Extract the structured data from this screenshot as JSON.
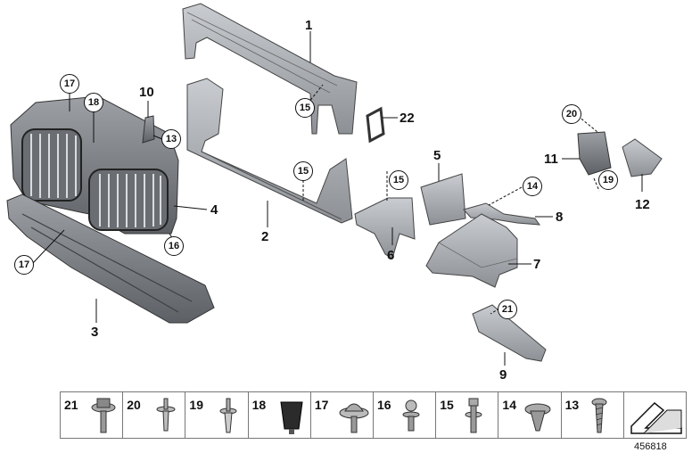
{
  "parts": [
    {
      "id": "1",
      "label": "1"
    },
    {
      "id": "2",
      "label": "2"
    },
    {
      "id": "3",
      "label": "3"
    },
    {
      "id": "4",
      "label": "4"
    },
    {
      "id": "5",
      "label": "5"
    },
    {
      "id": "6",
      "label": "6"
    },
    {
      "id": "7",
      "label": "7"
    },
    {
      "id": "8",
      "label": "8"
    },
    {
      "id": "9",
      "label": "9"
    },
    {
      "id": "10",
      "label": "10"
    },
    {
      "id": "11",
      "label": "11"
    },
    {
      "id": "12",
      "label": "12"
    },
    {
      "id": "22",
      "label": "22"
    }
  ],
  "callouts": [
    {
      "label": "17"
    },
    {
      "label": "18"
    },
    {
      "label": "13"
    },
    {
      "label": "15"
    },
    {
      "label": "15"
    },
    {
      "label": "15"
    },
    {
      "label": "14"
    },
    {
      "label": "16"
    },
    {
      "label": "17"
    },
    {
      "label": "20"
    },
    {
      "label": "19"
    },
    {
      "label": "21"
    }
  ],
  "legend": [
    {
      "number": "21",
      "icon": "flange-bolt-icon"
    },
    {
      "number": "20",
      "icon": "expanding-rivet-icon"
    },
    {
      "number": "19",
      "icon": "push-rivet-icon"
    },
    {
      "number": "18",
      "icon": "rubber-buffer-icon"
    },
    {
      "number": "17",
      "icon": "dome-screw-icon"
    },
    {
      "number": "16",
      "icon": "ball-stud-icon"
    },
    {
      "number": "15",
      "icon": "shoulder-screw-icon"
    },
    {
      "number": "14",
      "icon": "clip-nut-icon"
    },
    {
      "number": "13",
      "icon": "tapping-screw-icon"
    }
  ],
  "legend_arrow_icon": "direction-arrow-icon",
  "document_number": "456818"
}
